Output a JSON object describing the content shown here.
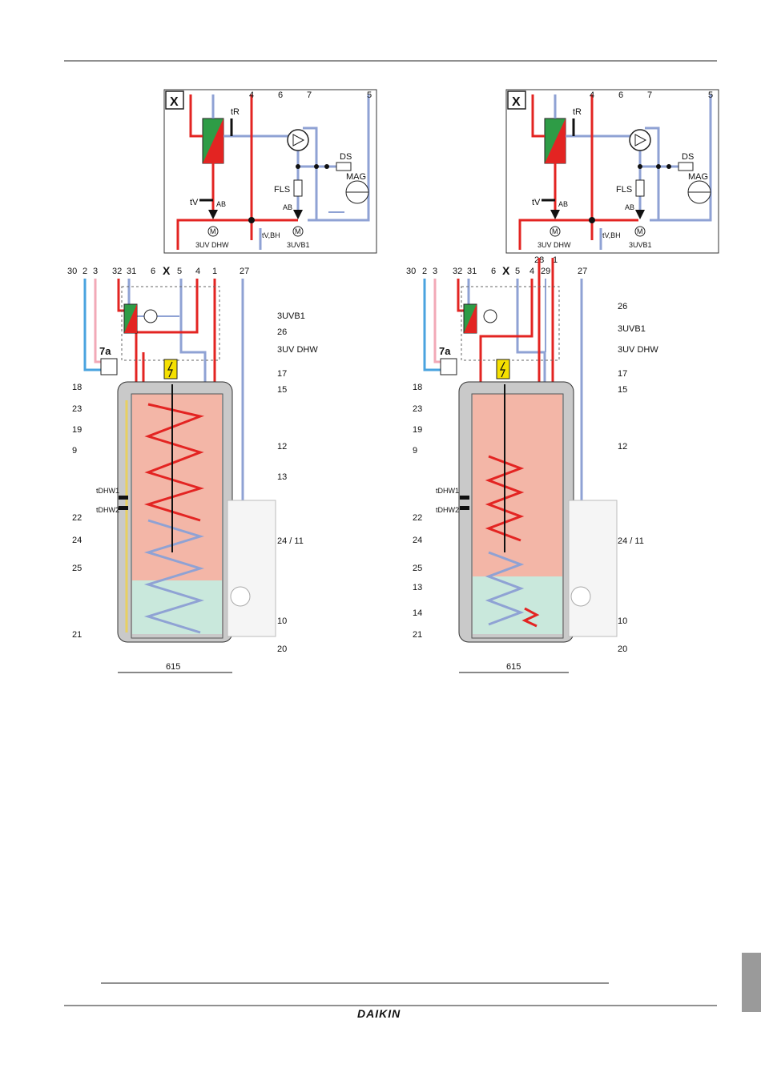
{
  "colors": {
    "red": "#e32422",
    "blue": "#8fa2d4",
    "lightblue": "#4aa3df",
    "pink": "#f2a9b7",
    "green": "#2e9c46",
    "tank_red": "#f3b6a7",
    "tank_green": "#c9e8dc",
    "casing": "#c9c9c9"
  },
  "brand": {
    "logo": "DAIKIN"
  },
  "left": {
    "inset": {
      "box": "X",
      "labels": {
        "t4": "4",
        "t5": "5",
        "t6": "6",
        "t7": "7",
        "tR": "tR",
        "ds": "DS",
        "mag": "MAG",
        "fls": "FLS",
        "tv": "tV",
        "tvbh": "tV,BH",
        "uvdhw": "3UV DHW",
        "uvb1": "3UVB1",
        "ab": "AB",
        "m": "M"
      }
    },
    "top_numbers": [
      "30",
      "2",
      "3",
      "32",
      "31",
      "6",
      "X",
      "5",
      "4",
      "1",
      "27"
    ],
    "callouts_right": [
      "3UVB1",
      "26",
      "3UV DHW",
      "17",
      "15",
      "12",
      "13",
      "24 / 11",
      "10",
      "20"
    ],
    "callouts_left": [
      "7a",
      "18",
      "23",
      "19",
      "9",
      "22",
      "24",
      "25",
      "21"
    ],
    "temps": [
      "tDHW1",
      "tDHW2"
    ],
    "dimension": "615"
  },
  "right": {
    "inset": {
      "box": "X",
      "labels": {
        "t4": "4",
        "t5": "5",
        "t6": "6",
        "t7": "7",
        "tR": "tR",
        "ds": "DS",
        "mag": "MAG",
        "fls": "FLS",
        "tv": "tV",
        "tvbh": "tV,BH",
        "uvdhw": "3UV DHW",
        "uvb1": "3UVB1",
        "ab": "AB",
        "m": "M"
      }
    },
    "top_numbers": [
      "30",
      "2",
      "3",
      "32",
      "31",
      "6",
      "X",
      "5",
      "4",
      "29",
      "28",
      "1",
      "27"
    ],
    "callouts_right": [
      "26",
      "3UVB1",
      "3UV DHW",
      "17",
      "15",
      "12",
      "24 / 11",
      "10",
      "20"
    ],
    "callouts_left": [
      "7a",
      "18",
      "23",
      "19",
      "9",
      "22",
      "24",
      "25",
      "13",
      "14",
      "21"
    ],
    "temps": [
      "tDHW1",
      "tDHW2"
    ],
    "dimension": "615"
  }
}
